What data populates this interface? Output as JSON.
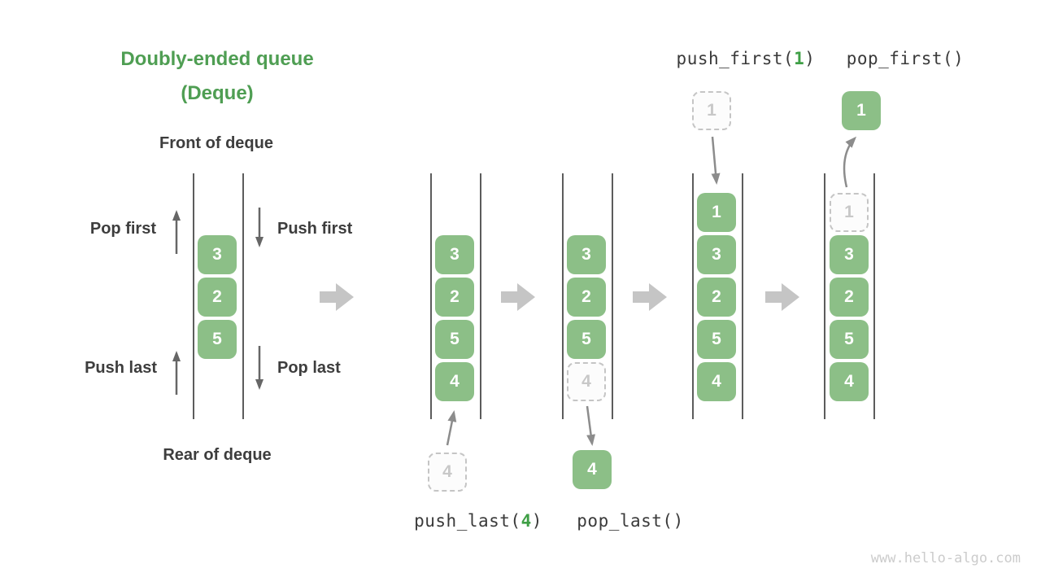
{
  "colors": {
    "title_green": "#4f9e53",
    "cell_green": "#8cbf87",
    "arg_green": "#3f9f46",
    "text_dark": "#3d3d3d",
    "arrow_gray": "#8c8c8c",
    "big_arrow_gray": "#c5c5c5"
  },
  "title": {
    "line1": "Doubly-ended queue",
    "line2": "(Deque)"
  },
  "side_labels": {
    "front": "Front of deque",
    "rear": "Rear of deque",
    "pop_first": "Pop first",
    "push_first": "Push first",
    "push_last": "Push last",
    "pop_last": "Pop last"
  },
  "operations": [
    {
      "id": "push_last",
      "prefix": "push_last(",
      "arg": "4",
      "suffix": ")"
    },
    {
      "id": "pop_last",
      "prefix": "pop_last()",
      "arg": "",
      "suffix": ""
    },
    {
      "id": "push_first",
      "prefix": "push_first(",
      "arg": "1",
      "suffix": ")"
    },
    {
      "id": "pop_first",
      "prefix": "pop_first()",
      "arg": "",
      "suffix": ""
    }
  ],
  "queues": [
    {
      "name": "initial-deque",
      "cells": [
        {
          "value": "3"
        },
        {
          "value": "2"
        },
        {
          "value": "5"
        }
      ]
    },
    {
      "name": "after-push-last",
      "cells": [
        {
          "value": "3"
        },
        {
          "value": "2"
        },
        {
          "value": "5"
        },
        {
          "value": "4"
        }
      ]
    },
    {
      "name": "after-pop-last",
      "cells": [
        {
          "value": "3"
        },
        {
          "value": "2"
        },
        {
          "value": "5"
        },
        {
          "value": "4",
          "ghost": true
        }
      ]
    },
    {
      "name": "after-push-first",
      "cells": [
        {
          "value": "1"
        },
        {
          "value": "3"
        },
        {
          "value": "2"
        },
        {
          "value": "5"
        },
        {
          "value": "4"
        }
      ]
    },
    {
      "name": "after-pop-first",
      "cells": [
        {
          "value": "1",
          "ghost": true
        },
        {
          "value": "3"
        },
        {
          "value": "2"
        },
        {
          "value": "5"
        },
        {
          "value": "4"
        }
      ]
    }
  ],
  "floating_cells": [
    {
      "id": "pushed-last-item",
      "value": "4",
      "ghost": true
    },
    {
      "id": "popped-last-item",
      "value": "4",
      "ghost": false
    },
    {
      "id": "pushed-first-item",
      "value": "1",
      "ghost": true
    },
    {
      "id": "popped-first-item",
      "value": "1",
      "ghost": false
    }
  ],
  "watermark": "www.hello-algo.com"
}
